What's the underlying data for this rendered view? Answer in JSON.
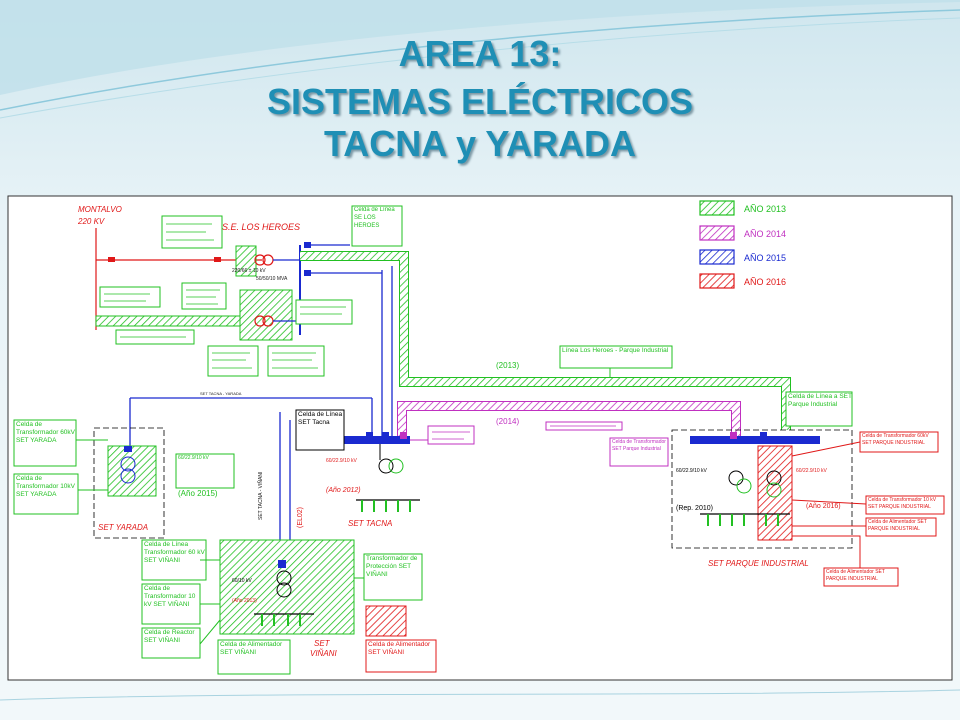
{
  "slide": {
    "title_line1": "AREA 13:",
    "title_line2": "SISTEMAS ELÉCTRICOS",
    "title_line3": "TACNA y YARADA"
  },
  "colors": {
    "green": "#22c022",
    "magenta": "#c030c0",
    "blue": "#1a2ad0",
    "red": "#e01818",
    "title": "#1f8fb5"
  },
  "legend": {
    "y2013": "AÑO 2013",
    "y2014": "AÑO 2014",
    "y2015": "AÑO 2015",
    "y2016": "AÑO 2016"
  },
  "labels": {
    "montalvo": "MONTALVO",
    "kv220": "220 KV",
    "se_los_heroes": "S.E. LOS HEROES",
    "set_yarada": "SET YARADA",
    "set_tacna": "SET TACNA",
    "set_vinani": "SET",
    "set_vinani_2": "VIÑANI",
    "set_parque": "SET PARQUE INDUSTRIAL",
    "line_heroes_parque": "Línea Los Heroes - Parque Industrial",
    "celda_linea_heroes": "Celda de Línea SE LOS HEROES",
    "celda_linea_tacna": "Celda de Línea SET Tacna",
    "celda_linea_parque": "Celda de Línea a SET Parque Industrial",
    "celda_transf_yarada": "Celda de Transformador 60kV SET YARADA",
    "celda_transf_10kv_yarada": "Celda de Transformador 10kV SET YARADA",
    "celda_linea_transf_vinani": "Celda de Línea Transformador 60 kV SET VIÑANI",
    "celda_transf_10kv_vinani": "Celda de Transformador 10 kV SET VIÑANI",
    "celda_reactor_vinani": "Celda de Reactor SET VIÑANI",
    "celda_alim_vinani": "Celda de Alimentador SET VIÑANI",
    "transf_proteccion_vinani": "Transformador de Protección SET VIÑANI",
    "celda_alim_set_vinani": "Celda de Alimentador SET VIÑANI",
    "celda_transf_parque": "Celda de Transformador SET Parque Industrial",
    "celda_transf_60kv": "Celda de Transformador 60kV SET PARQUE INDUSTRIAL",
    "celda_transf_10kv_parque": "Celda de Transformador 10 kV SET PARQUE INDUSTRIAL",
    "celda_alim_parque": "Celda de Alimentador SET PARQUE INDUSTRIAL",
    "celda_alim_parque_2": "Celda de Alimentador SET PARQUE INDUSTRIAL",
    "yr2013": "(2013)",
    "yr2014": "(2014)",
    "yr2012": "(Año 2012)",
    "yr2015": "(Año 2015)",
    "yr2016": "(Año 2016)",
    "yr2010": "(Rep. 2010)",
    "ref2013": "(Año 2013)",
    "el02": "(EL02)",
    "tr_heroes": "220/66 ± 10 kV",
    "tr_heroes_2": "50/50/10 MVA",
    "tr_yarada": "60/22.9/10 kV",
    "tr_yarada_2": "(Año 2015)",
    "tr_tacna": "60/22.9/10 kV",
    "tr_parque": "60/22.9/10 kV",
    "tr_parque_new": "60/22.9/10 kV",
    "tr_vinani": "60/10 kV",
    "tacna_vinani": "SET TACNA - VIÑANI",
    "tacna_yarada": "SET TACNA - YARADA"
  }
}
